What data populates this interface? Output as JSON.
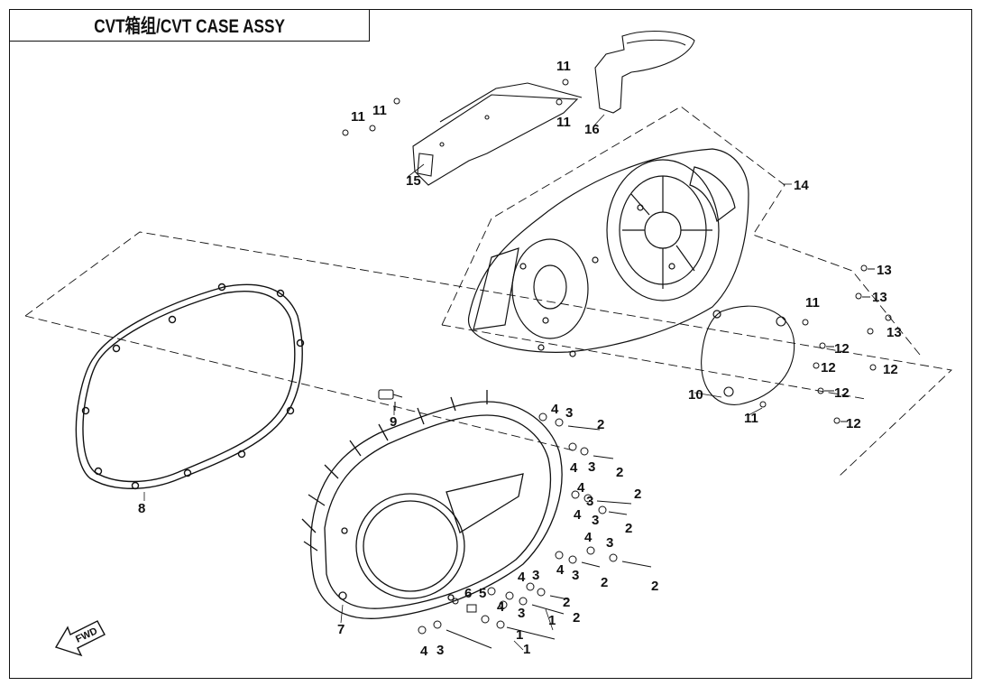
{
  "title": "CVT箱组/CVT CASE ASSY",
  "fwd_label": "FWD",
  "callouts": [
    "1",
    "1",
    "1",
    "2",
    "2",
    "2",
    "2",
    "2",
    "2",
    "2",
    "2",
    "3",
    "3",
    "3",
    "3",
    "3",
    "3",
    "3",
    "3",
    "3",
    "4",
    "4",
    "4",
    "4",
    "4",
    "4",
    "4",
    "4",
    "4",
    "5",
    "6",
    "7",
    "8",
    "9",
    "10",
    "11",
    "11",
    "11",
    "11",
    "11",
    "11",
    "12",
    "12",
    "12",
    "12",
    "12",
    "13",
    "13",
    "13",
    "14",
    "15",
    "16"
  ]
}
